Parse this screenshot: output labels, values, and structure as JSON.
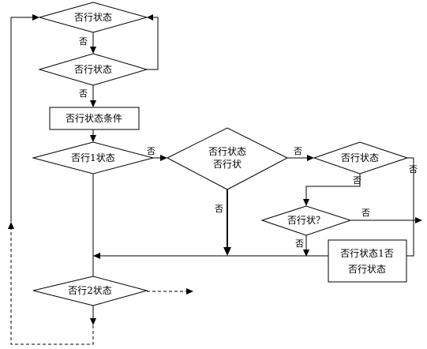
{
  "nodes": {
    "d1": "否行状态",
    "d2": "否行状态",
    "box1": "否行状态条件",
    "d3": "否行1状态",
    "d4_line1": "否行状态",
    "d4_line2": "否行状",
    "d5": "否行状态",
    "d6": "否行状？",
    "box2_line1": "否行状态1否",
    "box2_line2": "否行状态",
    "d7": "否行2状态"
  },
  "edge_labels": {
    "d1_no": "否",
    "d2_no": "否",
    "d3_no": "否",
    "d4_no_right": "否",
    "d4_no_down": "否",
    "d5_no_down": "否",
    "d5_no_right": "否",
    "d6_no_right": "否",
    "d6_no_down": "否"
  }
}
